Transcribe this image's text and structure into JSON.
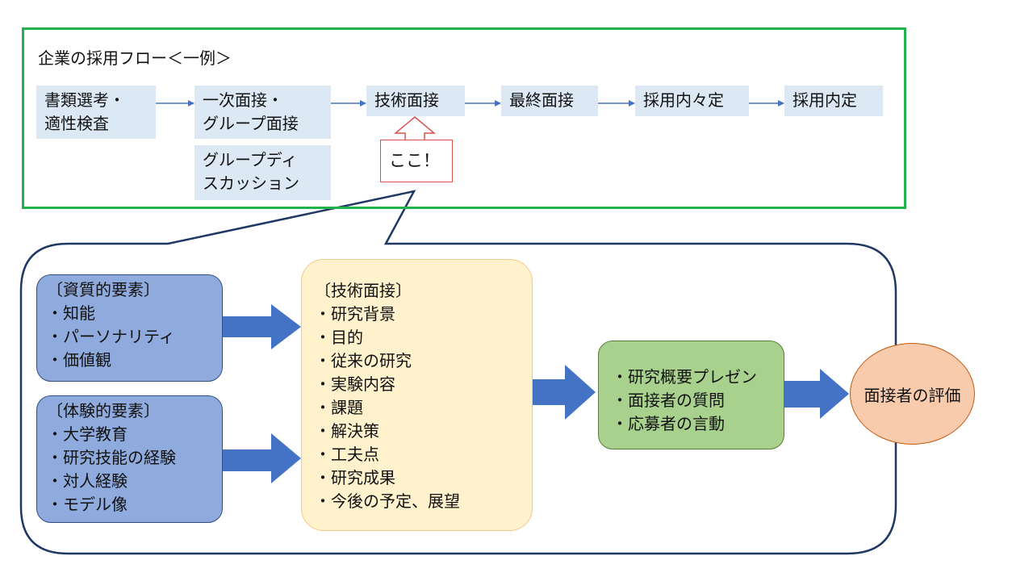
{
  "flow": {
    "title": "企業の採用フロー＜一例＞",
    "steps": {
      "document_screening": "書類選考・\n適性検査",
      "first_interview": "一次面接・\nグループ面接",
      "tech_interview": "技術面接",
      "final_interview": "最終面接",
      "informal_offer": "採用内々定",
      "formal_offer": "採用内定",
      "group_discussion": "グループディ\nスカッション"
    },
    "callout": "ここ！"
  },
  "qualities": {
    "heading": "〔資質的要素〕",
    "items": [
      "・知能",
      "・パーソナリティ",
      "・価値観"
    ]
  },
  "experiences": {
    "heading": "〔体験的要素〕",
    "items": [
      "・大学教育",
      "・研究技能の経験",
      "・対人経験",
      "・モデル像"
    ]
  },
  "tech_interview": {
    "heading": "〔技術面接〕",
    "items": [
      "・研究背景",
      "・目的",
      "・従来の研究",
      "・実験内容",
      "・課題",
      "・解決策",
      "・工夫点",
      "・研究成果",
      "・今後の予定、展望"
    ]
  },
  "presentation": {
    "items": [
      "・研究概要プレゼン",
      "・面接者の質問",
      "・応募者の言動"
    ]
  },
  "evaluation": "面接者の評価",
  "colors": {
    "frame_green": "#22b14c",
    "flow_box": "#dce9f5",
    "arrow_blue": "#4472c4",
    "left_box": "#8faadc",
    "center_box": "#fff2cc",
    "green_box": "#a9d18e",
    "eval_circle": "#f8cbad",
    "callout_red": "#d9534f"
  }
}
